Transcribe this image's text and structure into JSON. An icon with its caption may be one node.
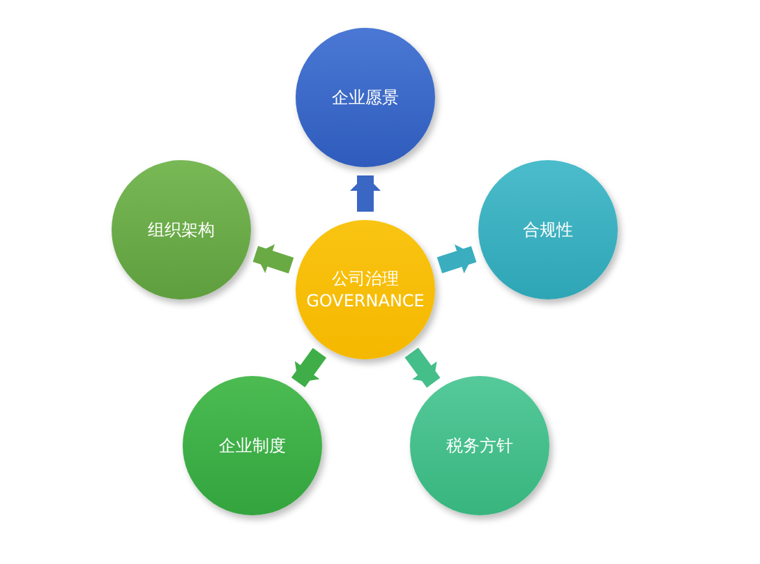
{
  "diagram": {
    "nodes": [
      {
        "text": [
          "公司治理",
          "GOVERNANCE"
        ]
      },
      {
        "text": [
          "企业愿景"
        ]
      },
      {
        "text": [
          "合规性"
        ]
      },
      {
        "text": [
          "税务方针"
        ]
      },
      {
        "text": [
          "企业制度"
        ]
      },
      {
        "text": [
          "组织架构"
        ]
      }
    ],
    "edges": [
      {
        "from": 0,
        "to": 1,
        "arrow": "to",
        "color": "#3a66c4"
      },
      {
        "from": 0,
        "to": 2,
        "arrow": "to",
        "color": "#3aaebf"
      },
      {
        "from": 0,
        "to": 3,
        "arrow": "to",
        "color": "#45bf8a"
      },
      {
        "from": 0,
        "to": 4,
        "arrow": "to",
        "color": "#3fae48"
      },
      {
        "from": 0,
        "to": 5,
        "arrow": "to",
        "color": "#6aaa45"
      }
    ]
  }
}
